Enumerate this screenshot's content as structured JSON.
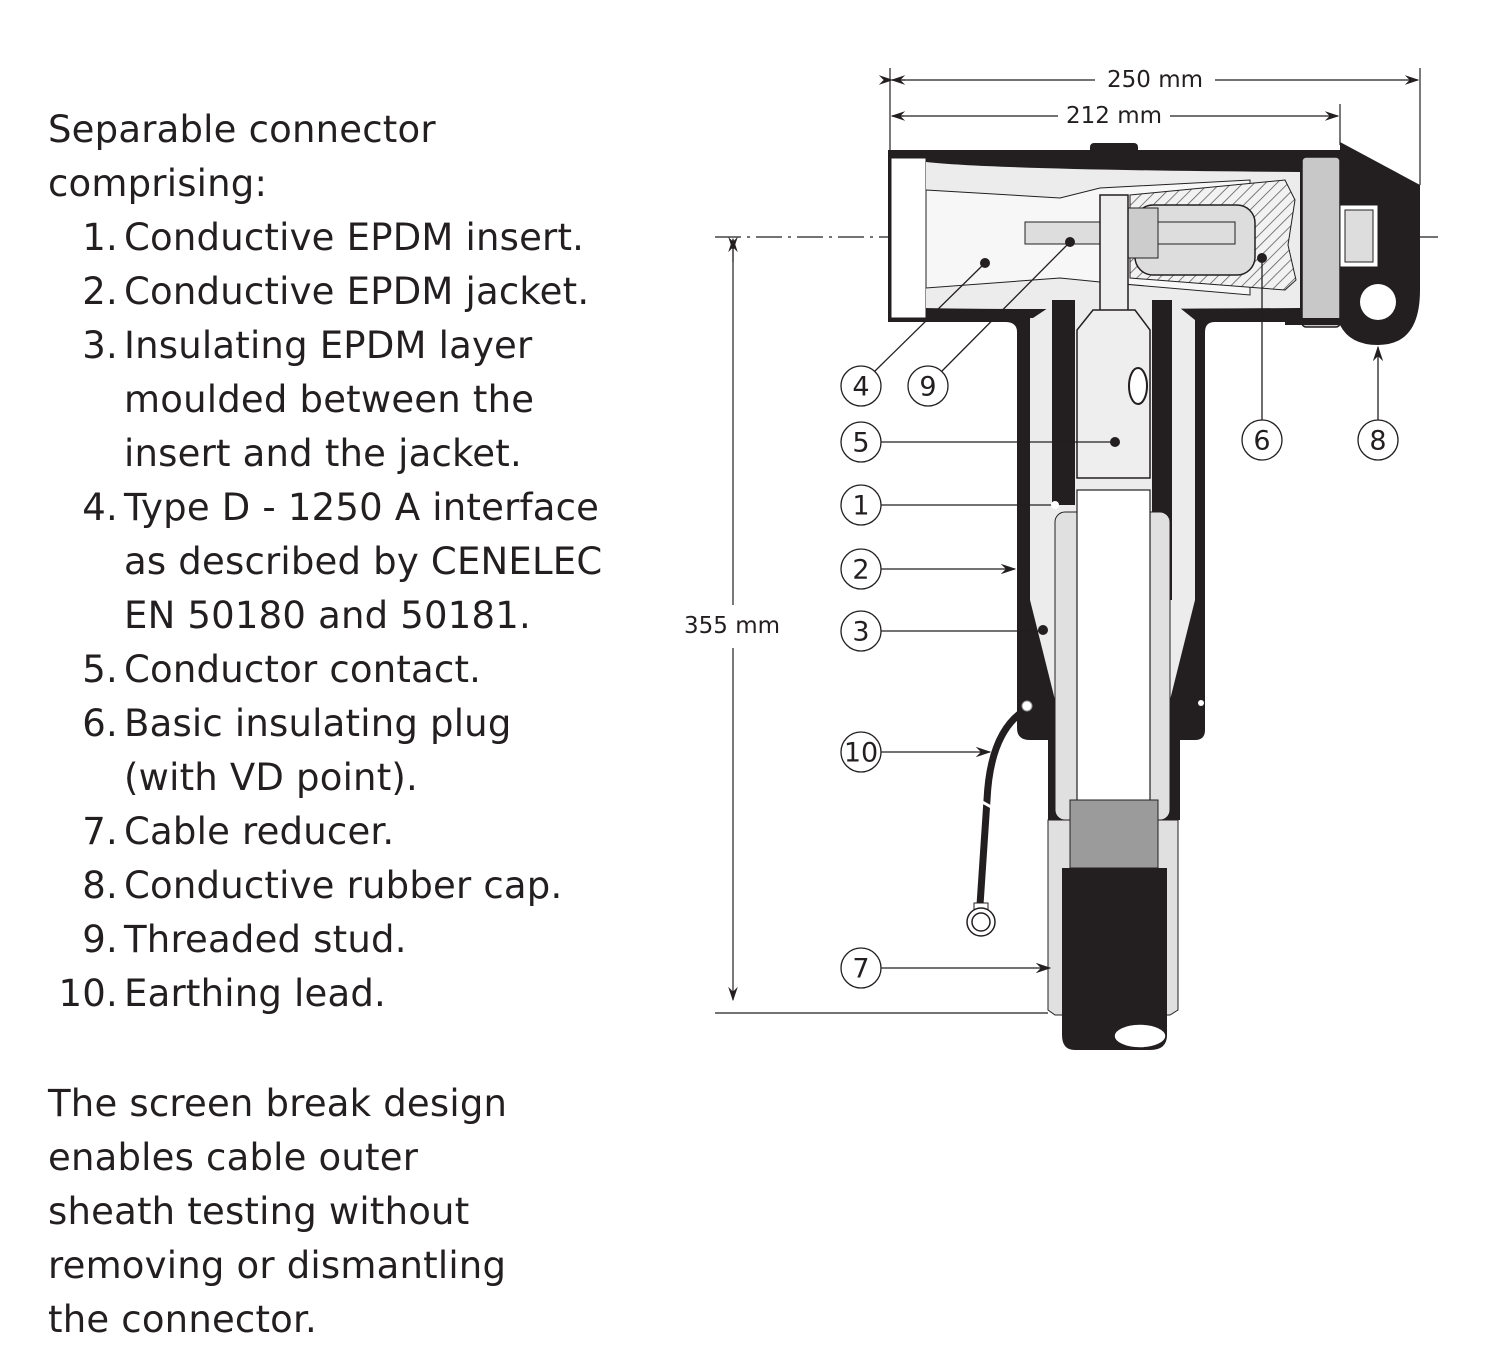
{
  "intro": "Separable connector comprising:",
  "parts": [
    {
      "num": "1.",
      "label": "Conductive EPDM insert."
    },
    {
      "num": "2.",
      "label": "Conductive EPDM jacket."
    },
    {
      "num": "3.",
      "label": "Insulating EPDM layer moulded between the insert and the jacket."
    },
    {
      "num": "4.",
      "label": "Type D - 1250 A interface as described by CENELEC EN 50180 and 50181."
    },
    {
      "num": "5.",
      "label": "Conductor contact."
    },
    {
      "num": "6.",
      "label": "Basic insulating plug (with VD point)."
    },
    {
      "num": "7.",
      "label": "Cable reducer."
    },
    {
      "num": "8.",
      "label": "Conductive rubber cap."
    },
    {
      "num": "9.",
      "label": "Threaded stud."
    },
    {
      "num": "10.",
      "label": "Earthing lead."
    }
  ],
  "note": "The screen break design enables cable outer sheath testing without removing or dismantling the connector.",
  "diagram": {
    "dimensions": {
      "overall_width": "250 mm",
      "body_width": "212 mm",
      "height": "355 mm"
    },
    "callouts": [
      "1",
      "2",
      "3",
      "4",
      "5",
      "6",
      "7",
      "8",
      "9",
      "10"
    ]
  }
}
